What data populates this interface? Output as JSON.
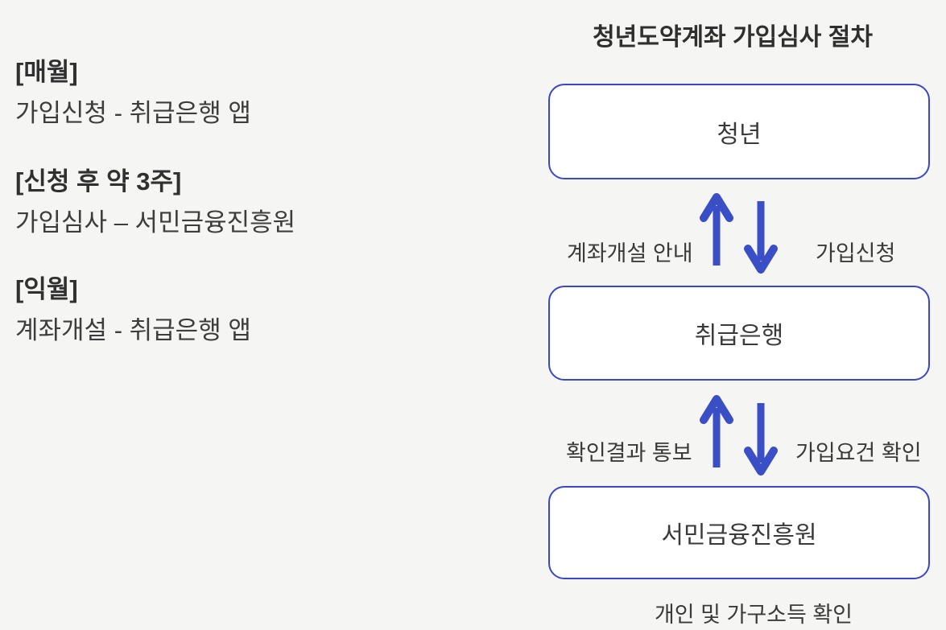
{
  "left_panel": {
    "items": [
      {
        "period": "[매월]",
        "description": "가입신청 - 취급은행 앱"
      },
      {
        "period": "[신청 후 약 3주]",
        "description": "가입심사 – 서민금융진흥원"
      },
      {
        "period": "[익월]",
        "description": "계좌개설 - 취급은행 앱"
      }
    ]
  },
  "diagram": {
    "title": "청년도약계좌 가입심사 절차",
    "nodes": [
      {
        "label": "청년"
      },
      {
        "label": "취급은행"
      },
      {
        "label": "서민금융진흥원"
      }
    ],
    "flows": [
      {
        "up_label": "계좌개설 안내",
        "down_label": "가입신청"
      },
      {
        "up_label": "확인결과 통보",
        "down_label": "가입요건 확인"
      }
    ],
    "caption": "개인 및 가구소득 확인",
    "colors": {
      "accent_blue": "#3A4EC6",
      "background": "#F5F5F3",
      "text": "#3A3A3A"
    }
  }
}
